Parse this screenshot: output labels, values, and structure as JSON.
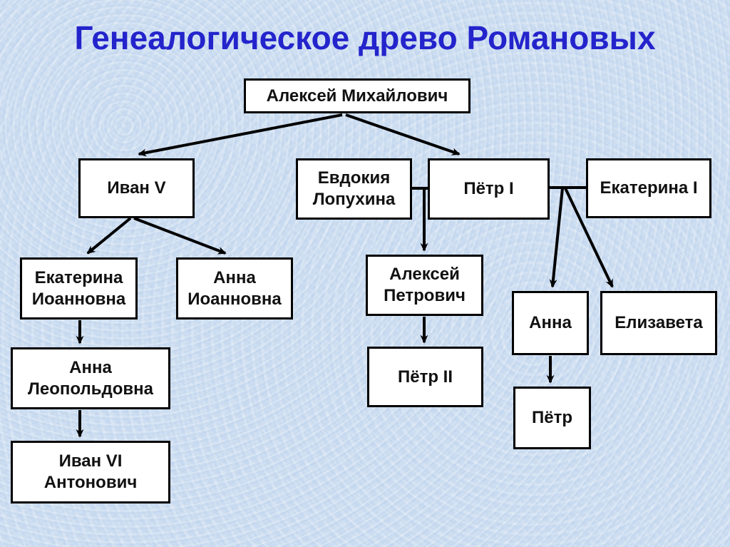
{
  "title": "Генеалогическое древо Романовых",
  "colors": {
    "title_text": "#2424cc",
    "background": "#cbdcf0",
    "box_fill": "#ffffff",
    "box_border": "#000000",
    "connector": "#000000"
  },
  "people": {
    "aleksey_mikhailovich": "Алексей Михайлович",
    "ivan_v": "Иван V",
    "evdokia_lopukhina": "Евдокия\nЛопухина",
    "petr_i": "Пётр I",
    "ekaterina_i": "Екатерина I",
    "ekaterina_ioannovna": "Екатерина\nИоанновна",
    "anna_ioannovna": "Анна\nИоанновна",
    "aleksey_petrovich": "Алексей\nПетрович",
    "anna": "Анна",
    "elizaveta": "Елизавета",
    "anna_leopoldovna": "Анна\nЛеопольдовна",
    "petr_ii": "Пётр II",
    "petr": "Пётр",
    "ivan_vi": "Иван VI\nАнтонович"
  },
  "relations": [
    {
      "type": "parent",
      "from": "Алексей Михайлович",
      "to": "Иван V"
    },
    {
      "type": "parent",
      "from": "Алексей Михайлович",
      "to": "Пётр I"
    },
    {
      "type": "marriage",
      "between": [
        "Евдокия Лопухина",
        "Пётр I"
      ]
    },
    {
      "type": "marriage",
      "between": [
        "Пётр I",
        "Екатерина I"
      ]
    },
    {
      "type": "parent",
      "from": "Иван V",
      "to": "Екатерина Иоанновна"
    },
    {
      "type": "parent",
      "from": "Иван V",
      "to": "Анна Иоанновна"
    },
    {
      "type": "parent",
      "from": "Пётр I и Евдокия Лопухина",
      "to": "Алексей Петрович"
    },
    {
      "type": "parent",
      "from": "Пётр I и Екатерина I",
      "to": "Анна"
    },
    {
      "type": "parent",
      "from": "Пётр I и Екатерина I",
      "to": "Елизавета"
    },
    {
      "type": "parent",
      "from": "Екатерина Иоанновна",
      "to": "Анна Леопольдовна"
    },
    {
      "type": "parent",
      "from": "Алексей Петрович",
      "to": "Пётр II"
    },
    {
      "type": "parent",
      "from": "Анна",
      "to": "Пётр"
    },
    {
      "type": "parent",
      "from": "Анна Леопольдовна",
      "to": "Иван VI Антонович"
    }
  ]
}
